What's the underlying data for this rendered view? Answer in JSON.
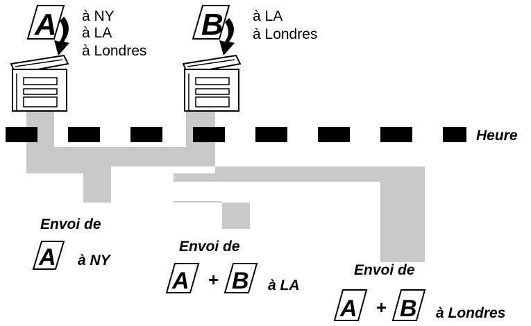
{
  "doc_a": {
    "letter": "A",
    "destinations": [
      "à NY",
      "à LA",
      "à Londres"
    ]
  },
  "doc_b": {
    "letter": "B",
    "destinations": [
      "à LA",
      "à Londres"
    ]
  },
  "timeline": {
    "label": "Heure"
  },
  "transmissions": [
    {
      "title": "Envoi de",
      "docs": [
        "A"
      ],
      "destination": "à NY"
    },
    {
      "title": "Envoi de",
      "docs": [
        "A",
        "B"
      ],
      "plus": "+",
      "destination": "à LA"
    },
    {
      "title": "Envoi de",
      "docs": [
        "A",
        "B"
      ],
      "plus": "+",
      "destination": "à Londres"
    }
  ],
  "colors": {
    "path": "#c8c8c8",
    "ink": "#000000"
  }
}
